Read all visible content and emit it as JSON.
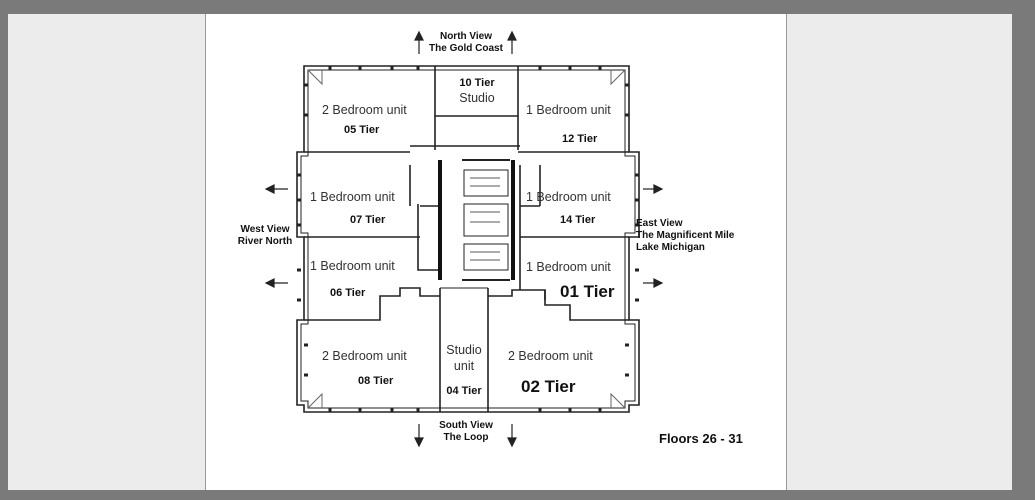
{
  "views": {
    "north": {
      "line1": "North View",
      "line2": "The Gold Coast"
    },
    "south": {
      "line1": "South View",
      "line2": "The Loop"
    },
    "west": {
      "line1": "West View",
      "line2": "River North"
    },
    "east": {
      "line1": "East View",
      "line2": "The Magnificent Mile",
      "line3": "Lake Michigan"
    }
  },
  "units": {
    "u05": {
      "type": "2 Bedroom unit",
      "tier": "05 Tier"
    },
    "u10": {
      "tier": "10 Tier",
      "type": "Studio"
    },
    "u12": {
      "type": "1 Bedroom unit",
      "tier": "12 Tier"
    },
    "u07": {
      "type": "1 Bedroom unit",
      "tier": "07 Tier"
    },
    "u14": {
      "type": "1 Bedroom unit",
      "tier": "14 Tier"
    },
    "u06": {
      "type": "1 Bedroom unit",
      "tier": "06 Tier"
    },
    "u01": {
      "type": "1 Bedroom unit",
      "tier": "01 Tier"
    },
    "u08": {
      "type": "2 Bedroom unit",
      "tier": "08 Tier"
    },
    "u04": {
      "type_line1": "Studio",
      "type_line2": "unit",
      "tier": "04 Tier"
    },
    "u02": {
      "type": "2 Bedroom unit",
      "tier": "02 Tier"
    }
  },
  "floors_label": "Floors 26 - 31"
}
